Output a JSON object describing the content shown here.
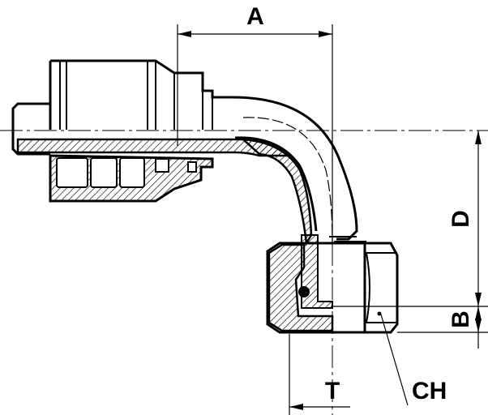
{
  "labels": {
    "A": "A",
    "D": "D",
    "B": "B",
    "T": "T",
    "CH": "CH"
  },
  "colors": {
    "line": "#000000",
    "background": "#ffffff"
  }
}
